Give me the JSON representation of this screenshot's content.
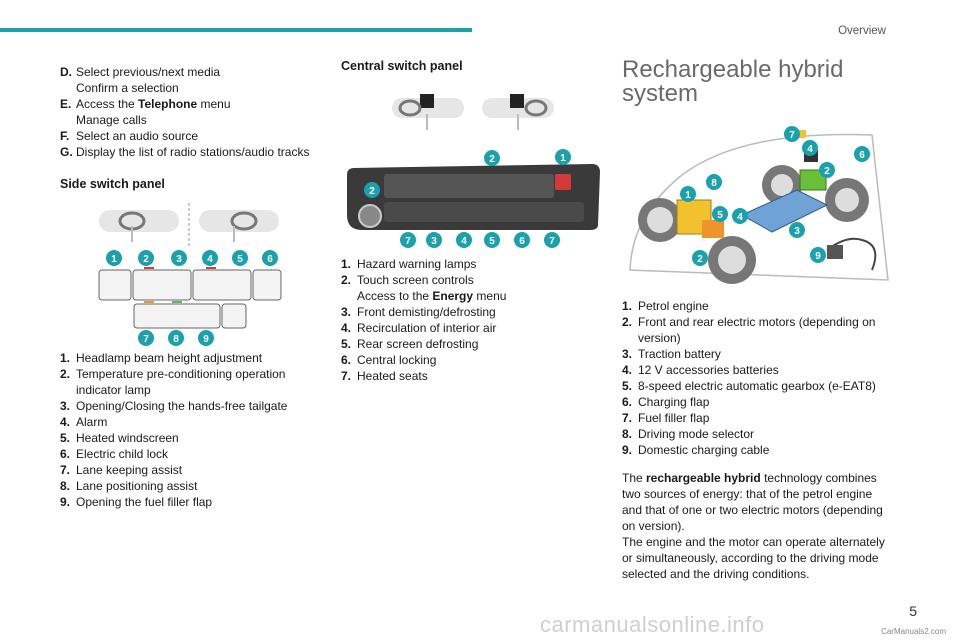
{
  "header": {
    "section": "Overview",
    "page_number": "5"
  },
  "left": {
    "controls": [
      {
        "letter": "D.",
        "lines": [
          "Select previous/next media",
          "Confirm a selection"
        ]
      },
      {
        "letter": "E.",
        "pre": "Access the ",
        "bold": "Telephone",
        "post": " menu",
        "extra": "Manage calls"
      },
      {
        "letter": "F.",
        "lines": [
          "Select an audio source"
        ]
      },
      {
        "letter": "G.",
        "lines": [
          "Display the list of radio stations/audio tracks"
        ]
      }
    ],
    "side_panel_title": "Side switch panel",
    "side_items": [
      {
        "n": "1.",
        "t": "Headlamp beam height adjustment"
      },
      {
        "n": "2.",
        "t": "Temperature pre-conditioning operation indicator lamp"
      },
      {
        "n": "3.",
        "t": "Opening/Closing the hands-free tailgate"
      },
      {
        "n": "4.",
        "t": "Alarm"
      },
      {
        "n": "5.",
        "t": "Heated windscreen"
      },
      {
        "n": "6.",
        "t": "Electric child lock"
      },
      {
        "n": "7.",
        "t": "Lane keeping assist"
      },
      {
        "n": "8.",
        "t": "Lane positioning assist"
      },
      {
        "n": "9.",
        "t": "Opening the fuel filler flap"
      }
    ],
    "side_callouts": [
      "1",
      "2",
      "3",
      "4",
      "5",
      "6",
      "7",
      "8",
      "9"
    ]
  },
  "middle": {
    "central_panel_title": "Central switch panel",
    "central_items": [
      {
        "n": "1.",
        "t": "Hazard warning lamps"
      },
      {
        "n": "2.",
        "t": "Touch screen controls",
        "pre": "Access to the ",
        "bold": "Energy",
        "post": " menu"
      },
      {
        "n": "3.",
        "t": "Front demisting/defrosting"
      },
      {
        "n": "4.",
        "t": "Recirculation of interior air"
      },
      {
        "n": "5.",
        "t": "Rear screen defrosting"
      },
      {
        "n": "6.",
        "t": "Central locking"
      },
      {
        "n": "7.",
        "t": "Heated seats"
      }
    ],
    "central_callouts": [
      "1",
      "2",
      "3",
      "4",
      "5",
      "6",
      "7"
    ]
  },
  "right": {
    "title_line1": "Rechargeable hybrid",
    "title_line2": "system",
    "items": [
      {
        "n": "1.",
        "t": "Petrol engine"
      },
      {
        "n": "2.",
        "t": "Front and rear electric motors (depending on version)"
      },
      {
        "n": "3.",
        "t": "Traction battery"
      },
      {
        "n": "4.",
        "t": "12 V accessories batteries"
      },
      {
        "n": "5.",
        "t": "8-speed electric automatic gearbox (e-EAT8)"
      },
      {
        "n": "6.",
        "t": "Charging flap"
      },
      {
        "n": "7.",
        "t": "Fuel filler flap"
      },
      {
        "n": "8.",
        "t": "Driving mode selector"
      },
      {
        "n": "9.",
        "t": "Domestic charging cable"
      }
    ],
    "para1_pre": "The ",
    "para1_bold": "rechargeable hybrid",
    "para1_post": " technology combines two sources of energy: that of the petrol engine and that of one or two electric motors (depending on version).",
    "para2": "The engine and the motor can operate alternately or simultaneously, according to the driving mode selected and the driving conditions."
  },
  "watermark": "carmanualsonline.info",
  "watermark_small": "CarManuals2.com",
  "colors": {
    "accent": "#1aa1ad",
    "callout": "#1aa1ad",
    "red": "#d43a3a",
    "orange": "#f0932b"
  }
}
